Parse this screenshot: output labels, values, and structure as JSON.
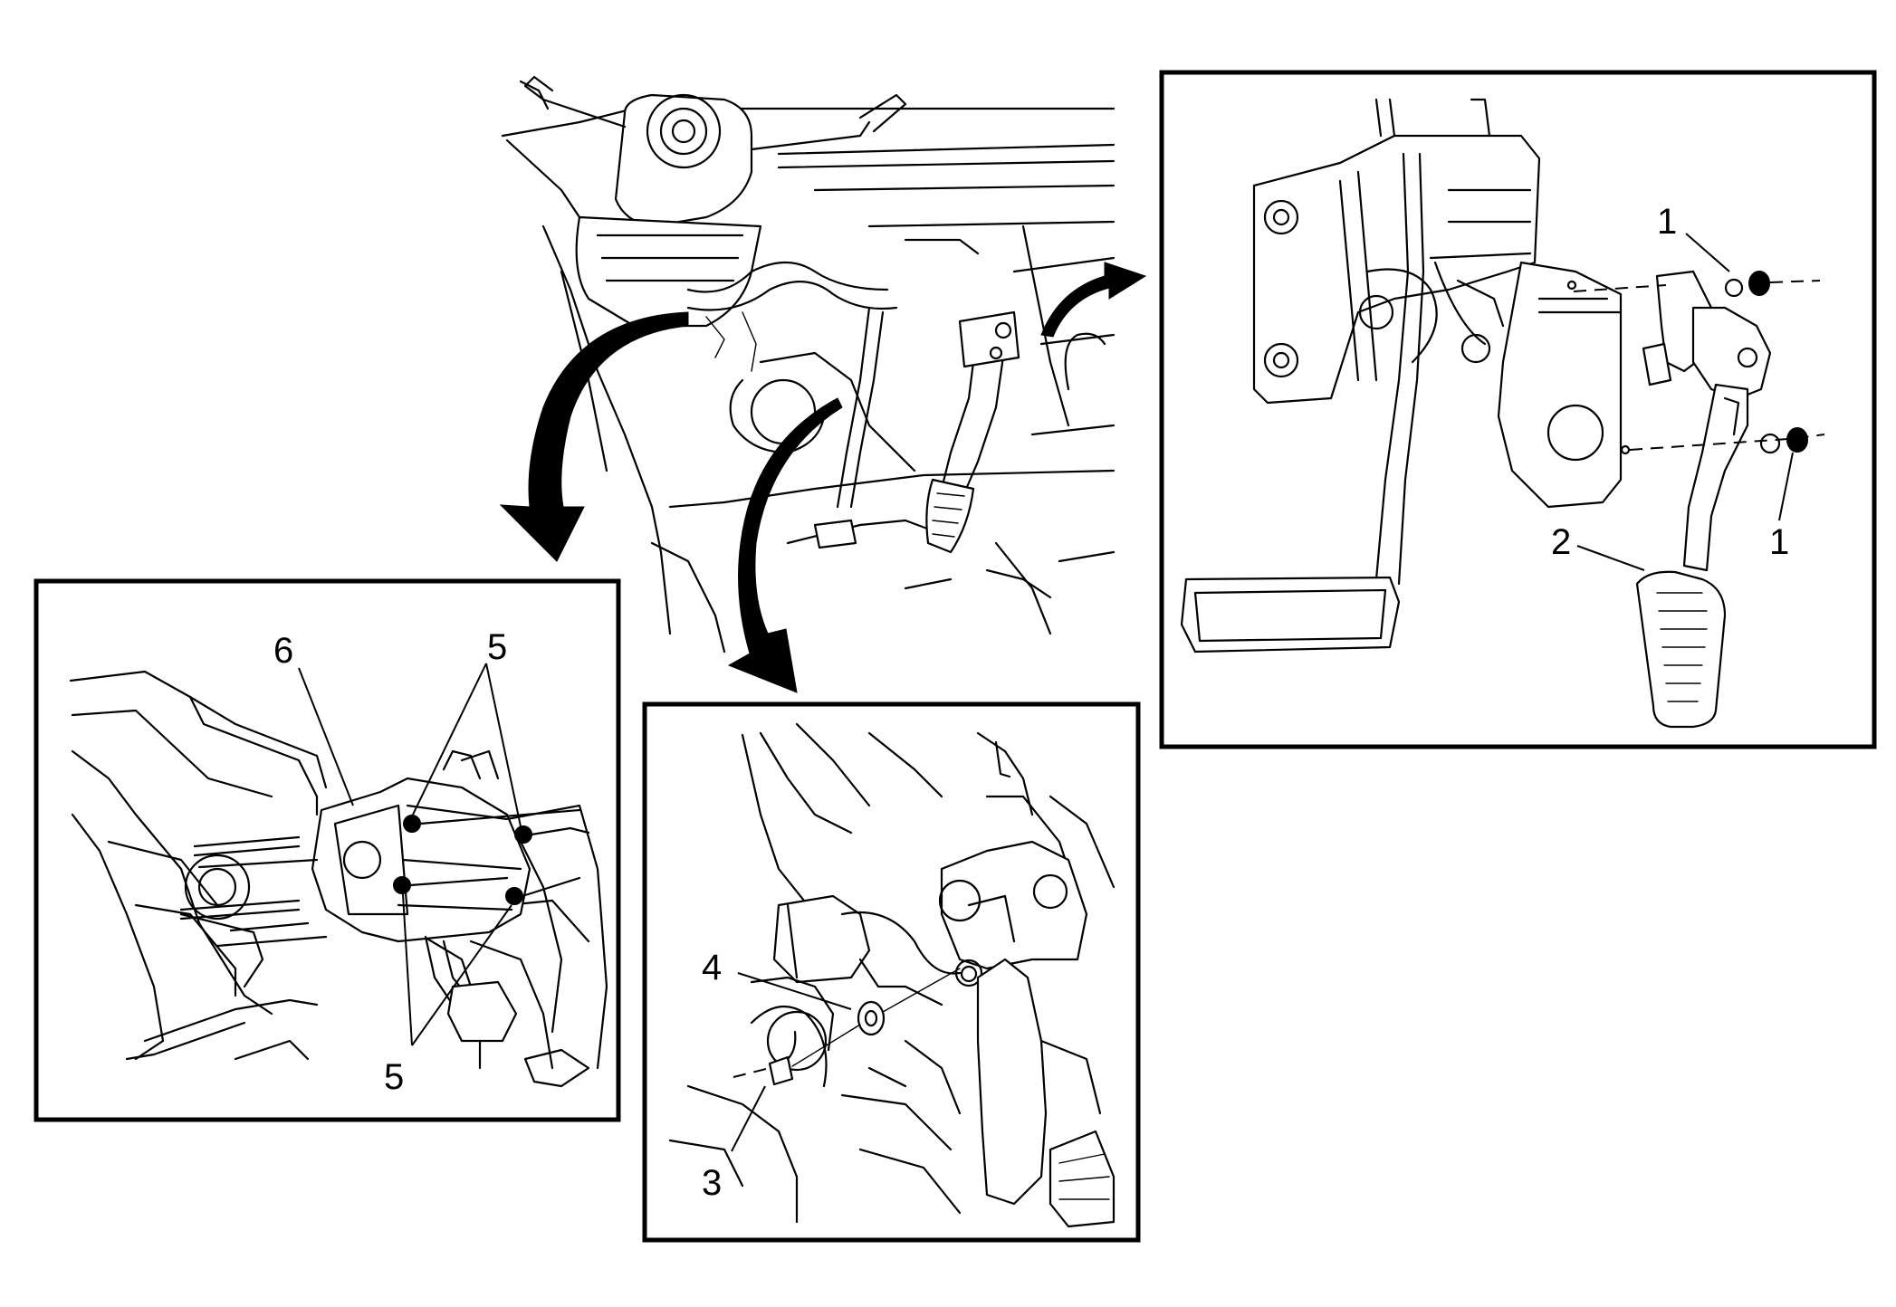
{
  "callouts": {
    "one_a": "1",
    "one_b": "1",
    "two": "2",
    "three": "3",
    "four": "4",
    "five_a": "5",
    "five_b": "5",
    "six": "6"
  }
}
